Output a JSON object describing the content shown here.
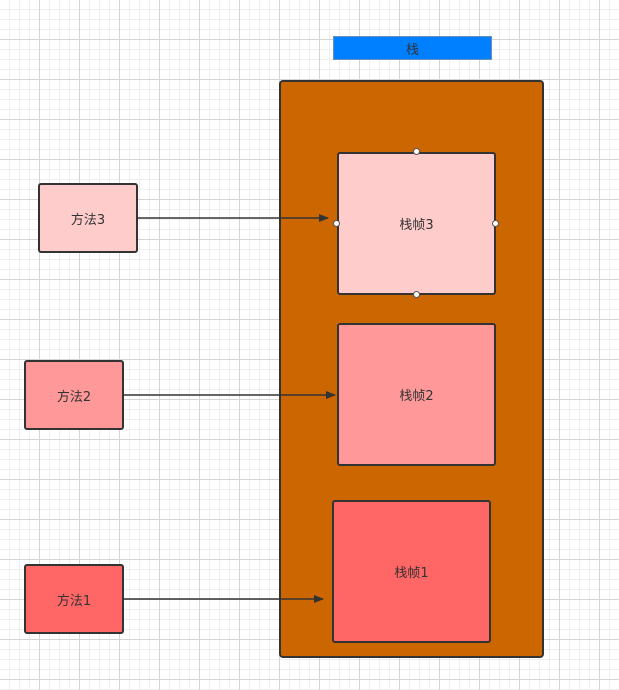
{
  "stack": {
    "label": "栈",
    "header_color": "#007FFF",
    "body_color": "#CC6600"
  },
  "frames": [
    {
      "label": "栈帧3",
      "color": "#FFCCCC"
    },
    {
      "label": "栈帧2",
      "color": "#FF9999"
    },
    {
      "label": "栈帧1",
      "color": "#FF6666"
    }
  ],
  "methods": [
    {
      "label": "方法3",
      "color": "#FFCCCC"
    },
    {
      "label": "方法2",
      "color": "#FF9999"
    },
    {
      "label": "方法1",
      "color": "#FF6666"
    }
  ]
}
